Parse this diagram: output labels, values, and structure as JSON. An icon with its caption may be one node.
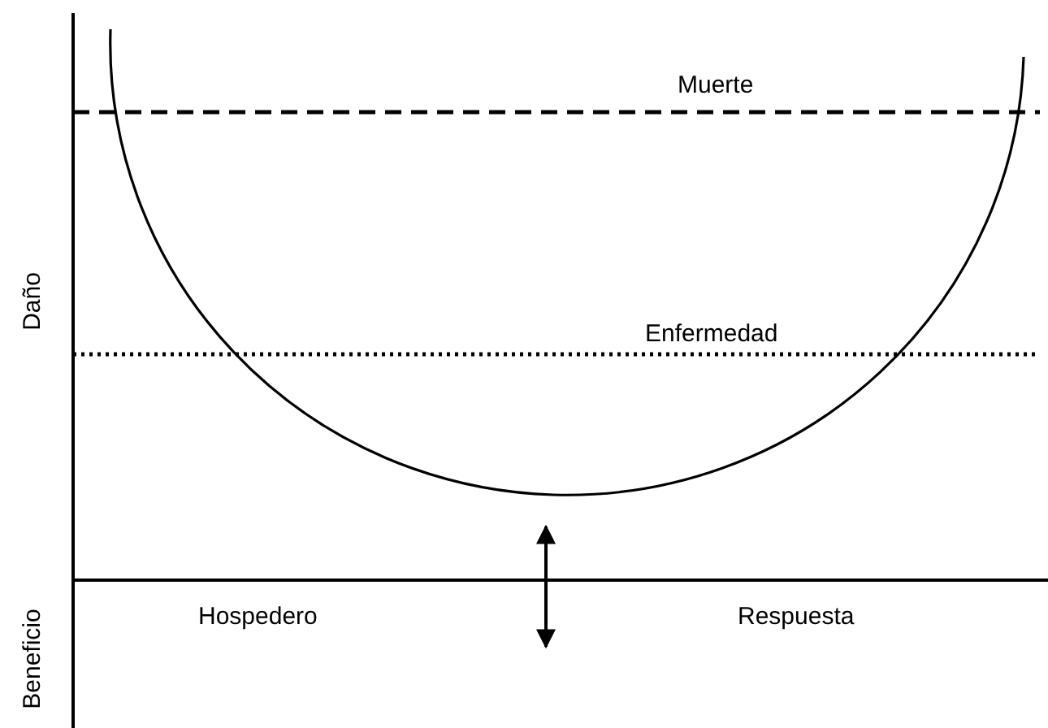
{
  "diagram": {
    "labels": [
      "Muerte",
      "Daño",
      "Enfermedad",
      "Hospedero",
      "Respuesta",
      "Beneficio"
    ]
  }
}
